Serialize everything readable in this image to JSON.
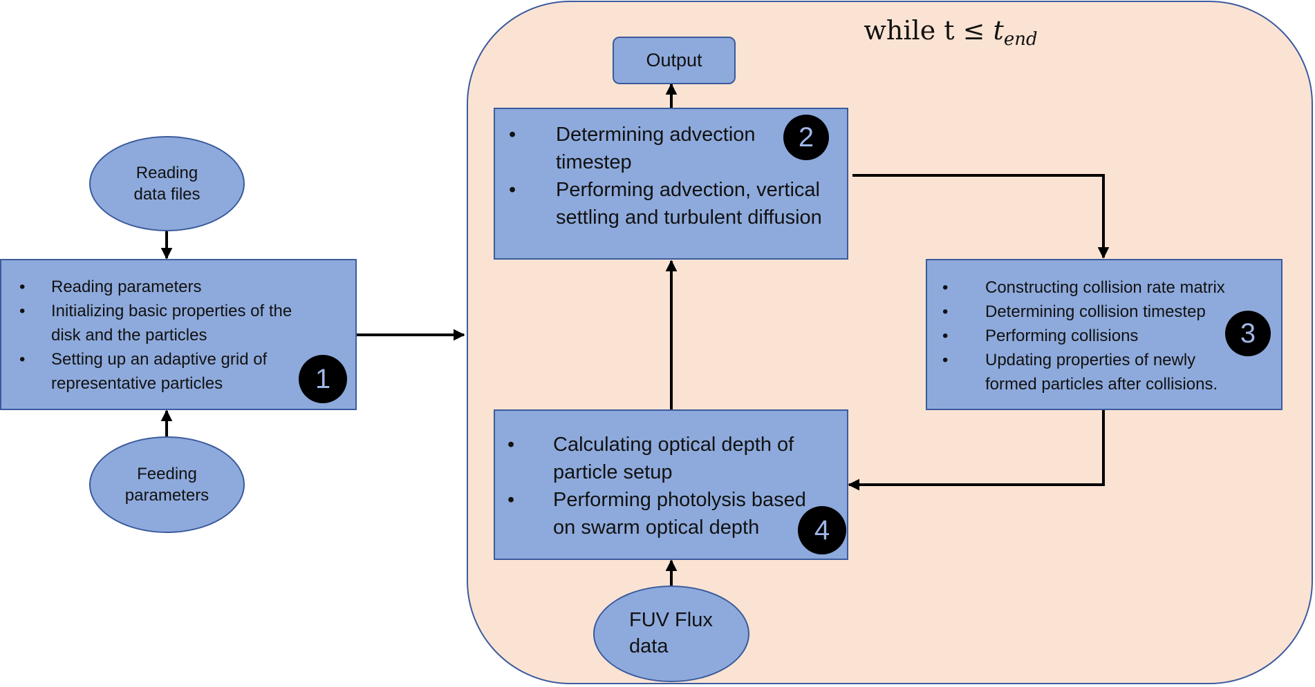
{
  "loop": {
    "label_while": "while t ≤ ",
    "label_t": "t",
    "label_sub": "end"
  },
  "inputs": {
    "reading_data_files": "Reading\ndata files",
    "feeding_parameters": "Feeding\nparameters",
    "fuv_flux_data": "FUV Flux\ndata"
  },
  "output": {
    "label": "Output"
  },
  "step1": {
    "number": "1",
    "items": [
      "Reading parameters",
      "Initializing basic properties of the disk and the particles",
      "Setting up an adaptive grid of representative particles"
    ]
  },
  "step2": {
    "number": "2",
    "items": [
      "Determining advection timestep",
      "Performing advection, vertical settling and turbulent diffusion"
    ]
  },
  "step3": {
    "number": "3",
    "items": [
      "Constructing collision rate matrix",
      "Determining collision timestep",
      "Performing collisions",
      "Updating properties of newly formed particles after collisions."
    ]
  },
  "step4": {
    "number": "4",
    "items": [
      "Calculating optical depth of particle setup",
      "Performing photolysis based on swarm optical depth"
    ]
  },
  "colors": {
    "box_fill": "#8eaadc",
    "box_border": "#3a5a9c",
    "loop_fill": "#fbe3d3",
    "loop_border": "#3b5aa0",
    "badge_fill": "#000000",
    "badge_text": "#9fb6e8"
  }
}
